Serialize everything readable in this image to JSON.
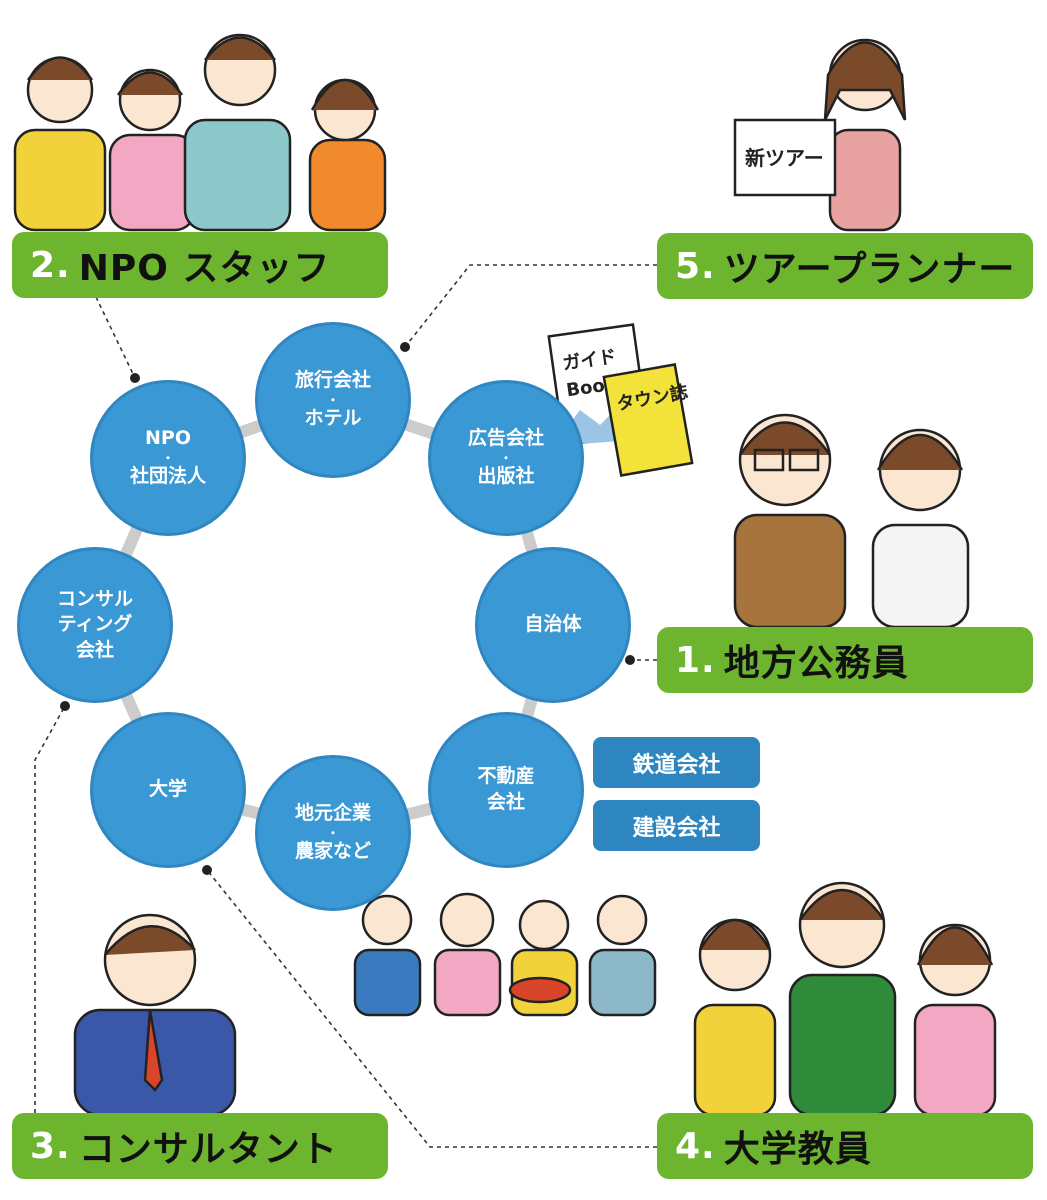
{
  "roles": [
    {
      "number": "2.",
      "title": "NPO スタッフ"
    },
    {
      "number": "5.",
      "title": "ツアープランナー"
    },
    {
      "number": "1.",
      "title": "地方公務員"
    },
    {
      "number": "3.",
      "title": "コンサルタント"
    },
    {
      "number": "4.",
      "title": "大学教員"
    }
  ],
  "organizations": [
    {
      "line1": "旅行会社",
      "sep": "・",
      "line2": "ホテル"
    },
    {
      "line1": "NPO",
      "sep": "・",
      "line2": "社団法人"
    },
    {
      "line1": "広告会社",
      "sep": "・",
      "line2": "出版社"
    },
    {
      "line1": "コンサル",
      "sep": "",
      "line2": "ティング",
      "line3": "会社"
    },
    {
      "line1": "自治体"
    },
    {
      "line1": "大学"
    },
    {
      "line1": "地元企業",
      "sep": "・",
      "line2": "農家など"
    },
    {
      "line1": "不動産",
      "line2": "会社"
    }
  ],
  "extra_tags": [
    "鉄道会社",
    "建設会社"
  ],
  "illustration_text": {
    "guidebook_line1": "ガイド",
    "guidebook_line2": "Book",
    "town_magazine": "タウン誌",
    "tour_sign": "新ツアー"
  },
  "colors": {
    "green": "#6db52e",
    "blue": "#3a98d4",
    "tag_blue": "#2e86c1",
    "ring": "#cccccc"
  }
}
